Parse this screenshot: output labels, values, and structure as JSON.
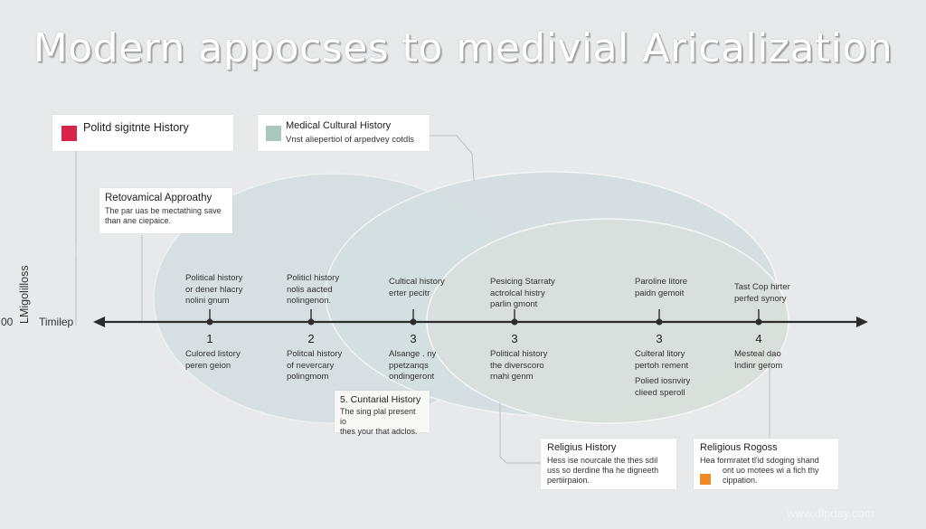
{
  "title": "Modern appocses to medivial Aricalization",
  "legend": [
    {
      "label": "Politd sigitnte History",
      "color": "#d8234a"
    },
    {
      "label": "Medical Cultural History",
      "sub": "Vnst aliepertiol of arpedvey cotdls",
      "color": "#a7c8bb"
    }
  ],
  "callouts": {
    "top_left": {
      "title": "Retovamical Approathy",
      "body": [
        "The par uas be mectathing save",
        "than ane ciepaice."
      ]
    },
    "cultural": {
      "title": "5. Cuntarial History",
      "body": [
        "The sing plal present io",
        "thes your that adclos."
      ]
    },
    "religious": {
      "title": "Religius History",
      "body": [
        "Hess ise nourcale the thes sdil",
        "uss so derdine fha he digneeth",
        "pertiirpaion."
      ]
    },
    "religious2": {
      "title": "Religious Rogoss",
      "body": [
        "Hea formratet tl'id sdoging shand",
        "ont uo motees wi a fich thy",
        "cippation."
      ],
      "swatch_color": "#f08a24"
    }
  },
  "axis": {
    "left_number": "00",
    "vertical_label": "LMigolilloss",
    "timeline_label": "Timilep"
  },
  "events": [
    {
      "num": "1",
      "above": [
        "Political history",
        "or dener hlacry",
        "nolini gnum"
      ],
      "below": [
        "Culored listory",
        "peren geion"
      ]
    },
    {
      "num": "2",
      "above": [
        "Politicl history",
        "nolis aacted",
        "nolingenon."
      ],
      "below": [
        "Politcal history",
        "of nevercary",
        "polingmom"
      ]
    },
    {
      "num": "3",
      "above": [
        "Cultical history",
        "erter pecitr"
      ],
      "below": [
        "Alsange . ny",
        "ppetzanqs",
        "ondingeront"
      ]
    },
    {
      "num": "3",
      "above": [
        "Pesicing Starraty",
        "actrolcal histry",
        "parlin gmont"
      ],
      "below": [
        "Political history",
        "the diverscoro",
        "rnahi genm"
      ]
    },
    {
      "num": "3",
      "above": [
        "Paroline litore",
        "paidn gemoit"
      ],
      "below": [
        "Culteral litory",
        "pertoh rement",
        "",
        "Polied iosnviry",
        "clieed speroll"
      ]
    },
    {
      "num": "4",
      "above": [
        "Tast Cop hirter",
        "perfed synory"
      ],
      "below": [
        "Mesteal dao",
        "Indinr gerom"
      ]
    }
  ],
  "watermark": "www.dlpday.com"
}
